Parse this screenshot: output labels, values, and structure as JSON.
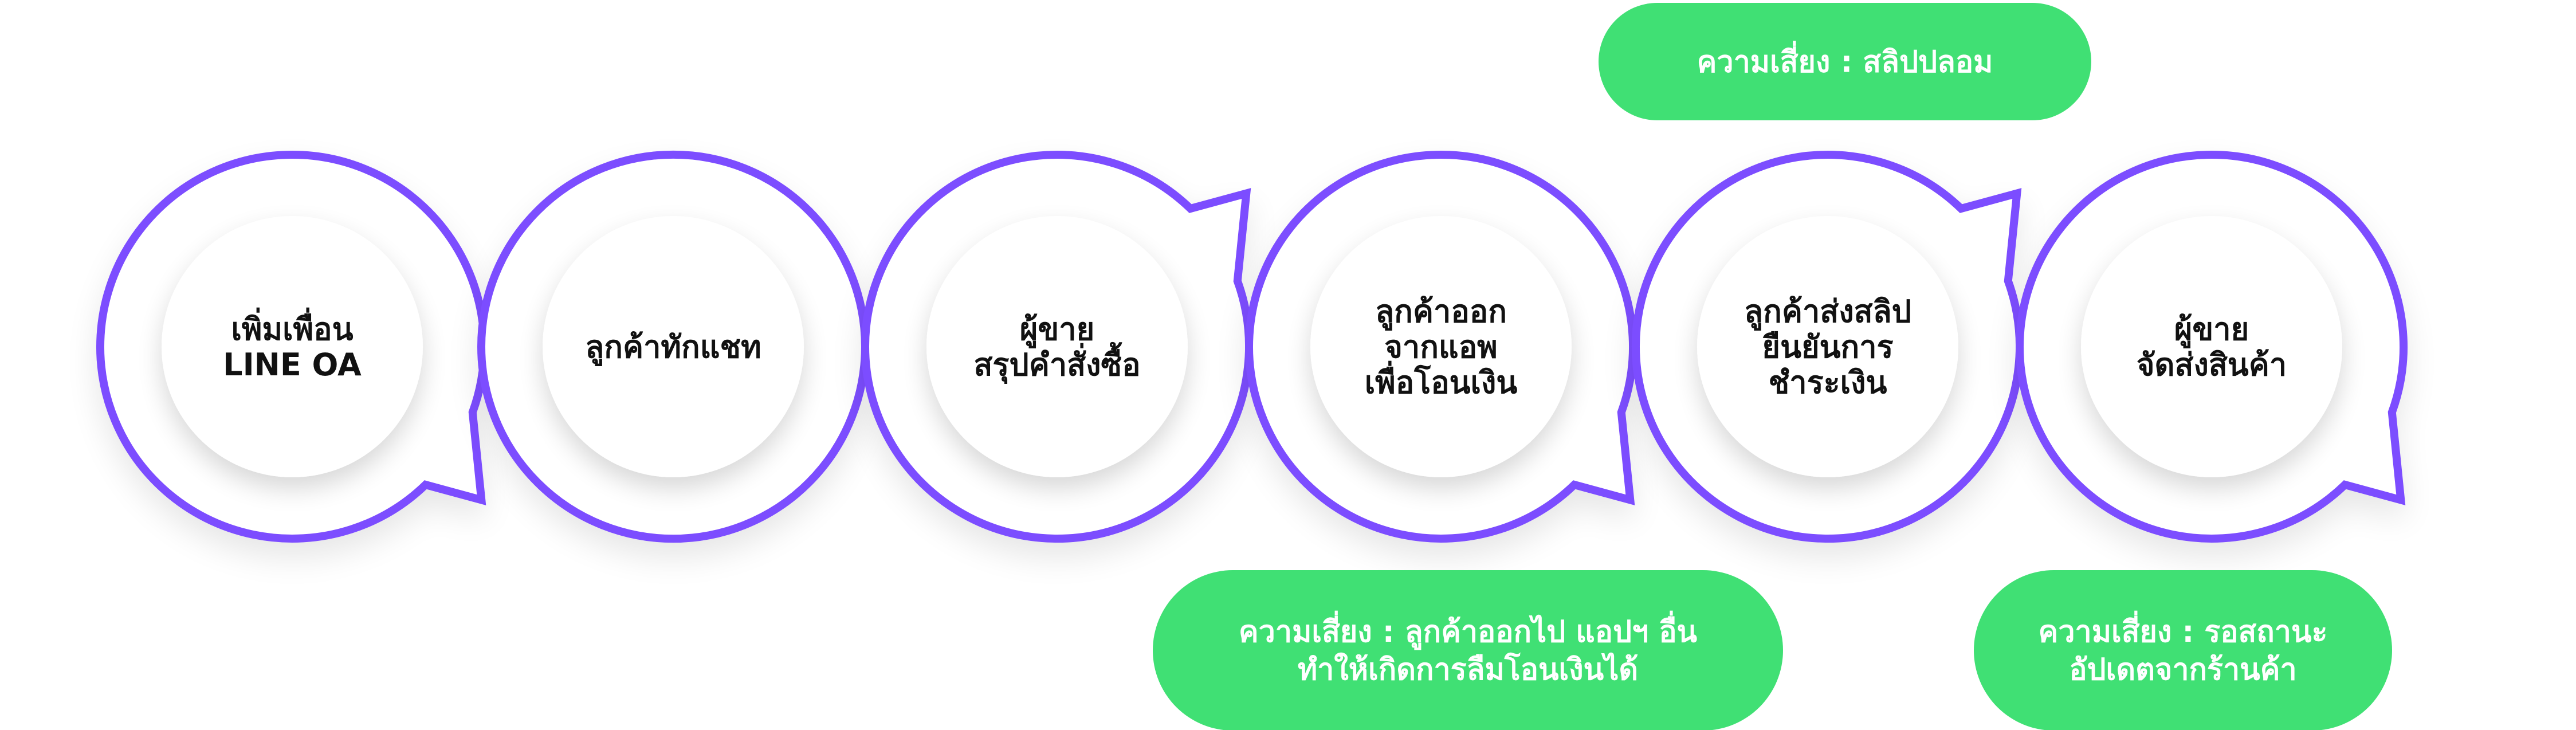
{
  "colors": {
    "ring_stroke": "#7c4dff",
    "bubble_fill": "#ffffff",
    "inner_disc": "#ffffff",
    "risk_fill": "#40e074",
    "step_text": "#111111",
    "risk_text": "#ffffff"
  },
  "steps": [
    {
      "lines": [
        "เพิ่มเพื่อน",
        "LINE OA"
      ]
    },
    {
      "lines": [
        "ลูกค้าทักแชท"
      ]
    },
    {
      "lines": [
        "ผู้ขาย",
        "สรุปคำสั่งซื้อ"
      ]
    },
    {
      "lines": [
        "ลูกค้าออก",
        "จากแอพ",
        "เพื่อโอนเงิน"
      ]
    },
    {
      "lines": [
        "ลูกค้าส่งสลิป",
        "ยืนยันการ",
        "ชำระเงิน"
      ]
    },
    {
      "lines": [
        "ผู้ขาย",
        "จัดส่งสินค้า"
      ]
    }
  ],
  "risks": [
    {
      "lines": [
        "ความเสี่ยง : สลิปปลอม"
      ]
    },
    {
      "lines": [
        "ความเสี่ยง : ลูกค้าออกไป แอปฯ อื่น",
        "ทำให้เกิดการลืมโอนเงินได้"
      ]
    },
    {
      "lines": [
        "ความเสี่ยง : รอสถานะ",
        "อัปเดตจากร้านค้า"
      ]
    }
  ]
}
